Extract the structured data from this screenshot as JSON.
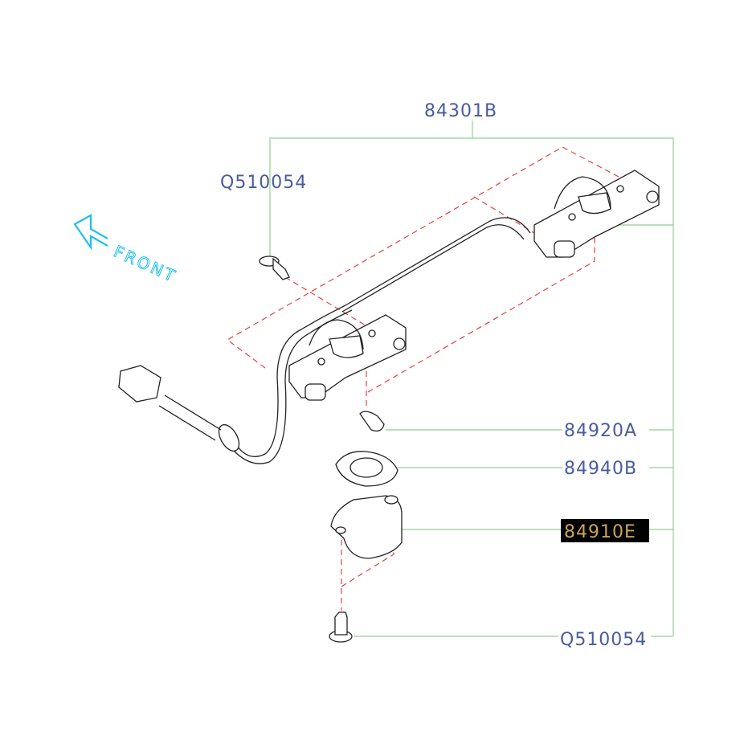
{
  "labels": {
    "assembly": "84301B",
    "screw_top": "Q510054",
    "bulb": "84920A",
    "gasket": "84940B",
    "lens": "84910E",
    "screw_bottom": "Q510054"
  },
  "front_indicator": "FRONT",
  "highlight": {
    "part": "84910E",
    "bg": "#000000",
    "text_color": "#c9a45a"
  },
  "colors": {
    "label": "#4a5c9c",
    "leader": "#8fd18f",
    "dashed": "#e8403c",
    "front": "#1cc0f0"
  }
}
